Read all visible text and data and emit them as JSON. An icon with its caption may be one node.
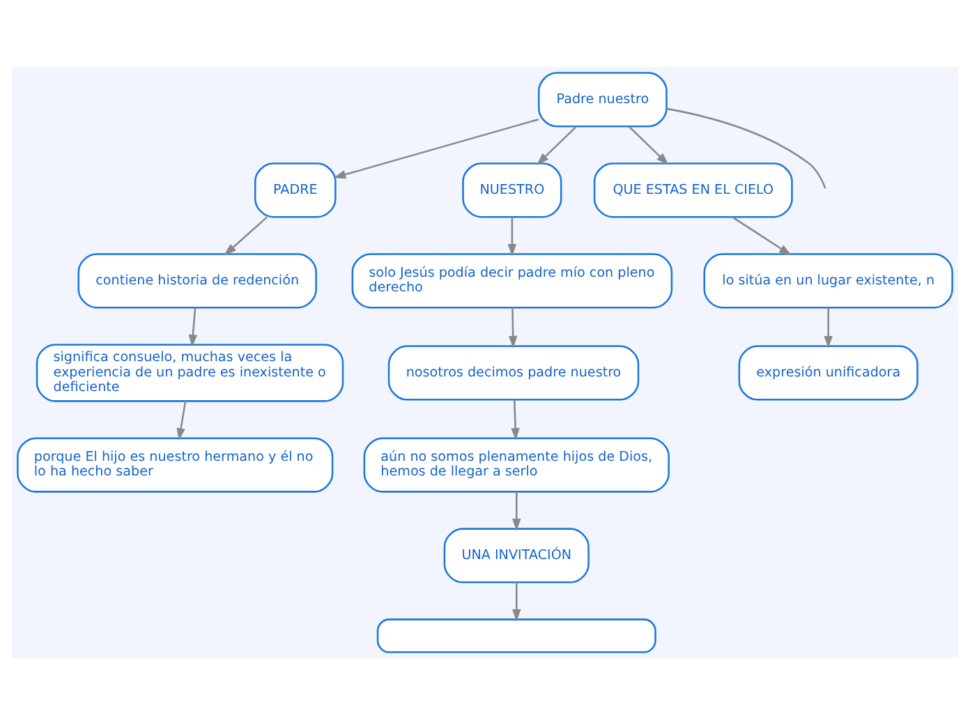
{
  "diagram": {
    "nodes": [
      {
        "text": [
          "Padre nuestro"
        ]
      },
      {
        "text": [
          "PADRE"
        ]
      },
      {
        "text": [
          "NUESTRO"
        ]
      },
      {
        "text": [
          "QUE ESTAS EN EL CIELO"
        ]
      },
      {
        "text": [
          "contiene historia de redención"
        ]
      },
      {
        "text": [
          "significa consuelo, muchas veces la experiencia de un padre es inexistente o deficiente"
        ]
      },
      {
        "text": [
          "porque El hijo es nuestro hermano y él no lo ha hecho saber"
        ]
      },
      {
        "text": [
          "solo Jesús podía decir padre mío con pleno derecho"
        ]
      },
      {
        "text": [
          "nosotros decimos padre nuestro"
        ]
      },
      {
        "text": [
          "aún no somos plenamente hijos de Dios, hemos de llegar a serlo"
        ]
      },
      {
        "text": [
          "UNA INVITACIÓN"
        ]
      },
      {
        "text": [],
        "shape": "box"
      },
      {
        "text": [
          "lo sitúa en un lugar existente, n"
        ]
      },
      {
        "text": [
          "expresión unificadora"
        ]
      }
    ],
    "edges": [
      {
        "from": 0,
        "to": 1,
        "arrow": "to"
      },
      {
        "from": 0,
        "to": 2,
        "arrow": "to"
      },
      {
        "from": 0,
        "to": 3,
        "arrow": "to"
      },
      {
        "from": 0,
        "to": null,
        "arrow": "none"
      },
      {
        "from": 1,
        "to": 4,
        "arrow": "to"
      },
      {
        "from": 4,
        "to": 5,
        "arrow": "to"
      },
      {
        "from": 5,
        "to": 6,
        "arrow": "to"
      },
      {
        "from": 2,
        "to": 7,
        "arrow": "to"
      },
      {
        "from": 7,
        "to": 8,
        "arrow": "to"
      },
      {
        "from": 8,
        "to": 9,
        "arrow": "to"
      },
      {
        "from": 9,
        "to": 10,
        "arrow": "to"
      },
      {
        "from": 10,
        "to": 11,
        "arrow": "to"
      },
      {
        "from": 3,
        "to": 12,
        "arrow": "to"
      },
      {
        "from": 12,
        "to": 13,
        "arrow": "to"
      }
    ]
  }
}
